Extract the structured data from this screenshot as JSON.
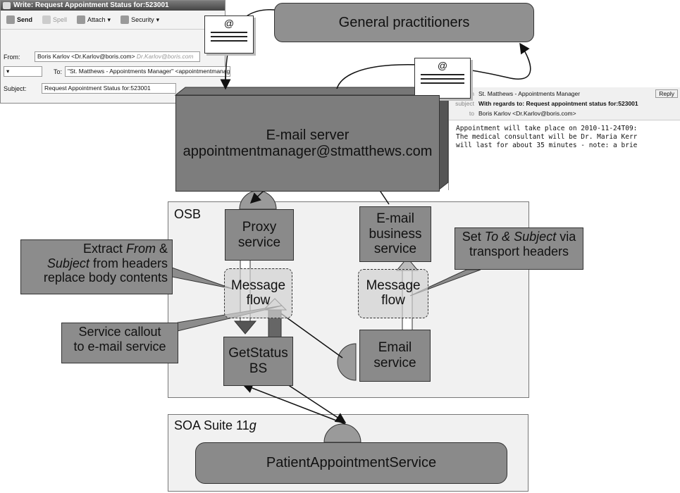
{
  "compose_window": {
    "title": "Write: Request Appointment Status for:523001",
    "toolbar": [
      "Send",
      "Spell",
      "Attach",
      "Security"
    ],
    "from_label": "From:",
    "from_value": "Boris Karlov <Dr.Karlov@boris.com>",
    "from_hint": "Dr.Karlov@boris.com",
    "to_label": "To:",
    "to_value": "\"St. Matthews - Appointments Manager\" <appointmentmanager@stmatthews.com>",
    "subject_label": "Subject:",
    "subject_value": "Request Appointment Status for:523001"
  },
  "reply_window": {
    "from_label": "from",
    "from_value": "St. Matthews - Appointments Manager",
    "subject_label": "subject",
    "subject_value": "With regards to: Request appointment status for:523001",
    "to_label": "to",
    "to_value": "Boris Karlov <Dr.Karlov@boris.com>",
    "body_lines": [
      "Appointment will take place on 2010-11-24T09:",
      "The medical consultant will be Dr. Maria Kerr",
      "will last for about 35 minutes - note: a brie"
    ],
    "reply_button": "Reply"
  },
  "envelope_symbol": "@",
  "general_practitioners": "General practitioners",
  "email_server": {
    "line1": "E-mail server",
    "line2": "appointmentmanager@stmatthews.com"
  },
  "osb": {
    "label": "OSB",
    "proxy_service": [
      "Proxy",
      "service"
    ],
    "email_business_service": [
      "E-mail",
      "business",
      "service"
    ],
    "message_flow": [
      "Message",
      "flow"
    ],
    "getstatus_bs": [
      "GetStatus",
      "BS"
    ],
    "email_service": [
      "Email",
      "service"
    ]
  },
  "callouts": {
    "extract_pre": "Extract ",
    "extract_from": "From",
    "extract_amp": " &",
    "extract_subject": "Subject",
    "extract_rest": " from headers",
    "extract_line3": "replace body contents",
    "set_pre": "Set ",
    "set_italic": "To & Subject",
    "set_post": " via",
    "set_line2": "transport headers",
    "callout_line1": "Service callout",
    "callout_line2": "to e-mail service"
  },
  "soa": {
    "label_pre": "SOA Suite 11",
    "label_italic": "g",
    "service": "PatientAppointmentService"
  }
}
